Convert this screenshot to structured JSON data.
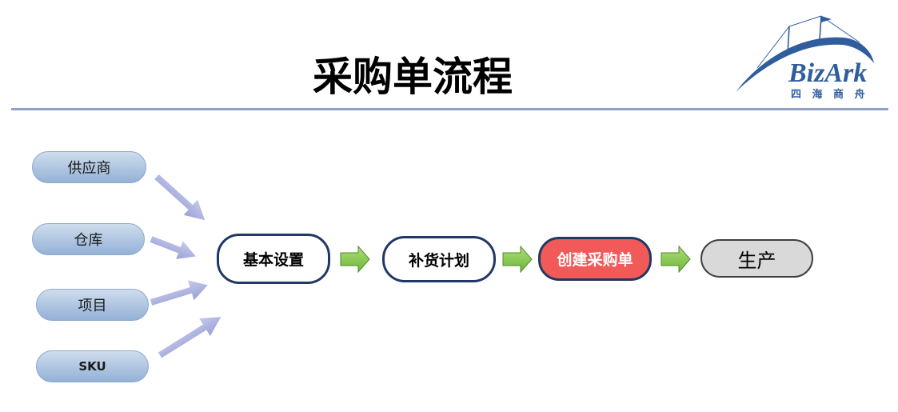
{
  "title": "采购单流程",
  "logo": {
    "brand": "BizArk",
    "tagline": "四 海 商 舟"
  },
  "inputs": [
    {
      "label": "供应商"
    },
    {
      "label": "仓库"
    },
    {
      "label": "项目"
    },
    {
      "label": "SKU"
    }
  ],
  "steps": [
    {
      "label": "基本设置"
    },
    {
      "label": "补货计划"
    },
    {
      "label": "创建采购单"
    },
    {
      "label": "生产"
    }
  ],
  "colors": {
    "rule": "#8EA1C7",
    "input_top": "#CFDDEE",
    "input_bottom": "#93B1D6",
    "input_border": "#8DA8CD",
    "step_border": "#1F3864",
    "active_step": "#F25A5A",
    "final_step": "#D9D9D9",
    "final_border": "#3F3F3F",
    "input_arrow": "#9AA1D6",
    "flow_arrow": "#6DB73A",
    "brand": "#2F5D9E"
  }
}
